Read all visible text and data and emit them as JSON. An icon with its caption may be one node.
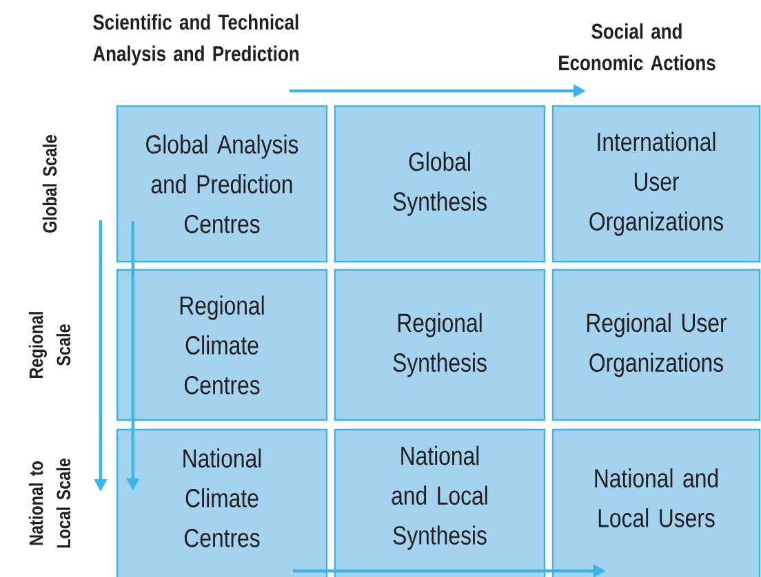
{
  "diagram": {
    "nodes": [
      {
        "text": [
          "Global Analysis and Prediction Centres"
        ]
      },
      {
        "text": [
          "Global Synthesis"
        ]
      },
      {
        "text": [
          "International User Organizations"
        ]
      },
      {
        "text": [
          "Regional Climate Centres"
        ]
      },
      {
        "text": [
          "Regional Synthesis"
        ]
      },
      {
        "text": [
          "Regional User Organizations"
        ]
      },
      {
        "text": [
          "National Climate Centres"
        ]
      },
      {
        "text": [
          "National and Local Synthesis"
        ]
      },
      {
        "text": [
          "National and Local Users"
        ]
      }
    ],
    "edges": [
      {
        "from": 0,
        "to": 3,
        "arrow": "none"
      },
      {
        "from": 3,
        "to": 6,
        "arrow": "to"
      },
      {
        "from": 6,
        "to": 7,
        "arrow": "none"
      },
      {
        "from": 7,
        "to": 8,
        "arrow": "to"
      }
    ],
    "labels": [
      "Scientific and Technical Analysis and Prediction",
      "Social and Economic Actions",
      "Global Scale",
      "Regional Scale",
      "National to Local Scale"
    ]
  }
}
